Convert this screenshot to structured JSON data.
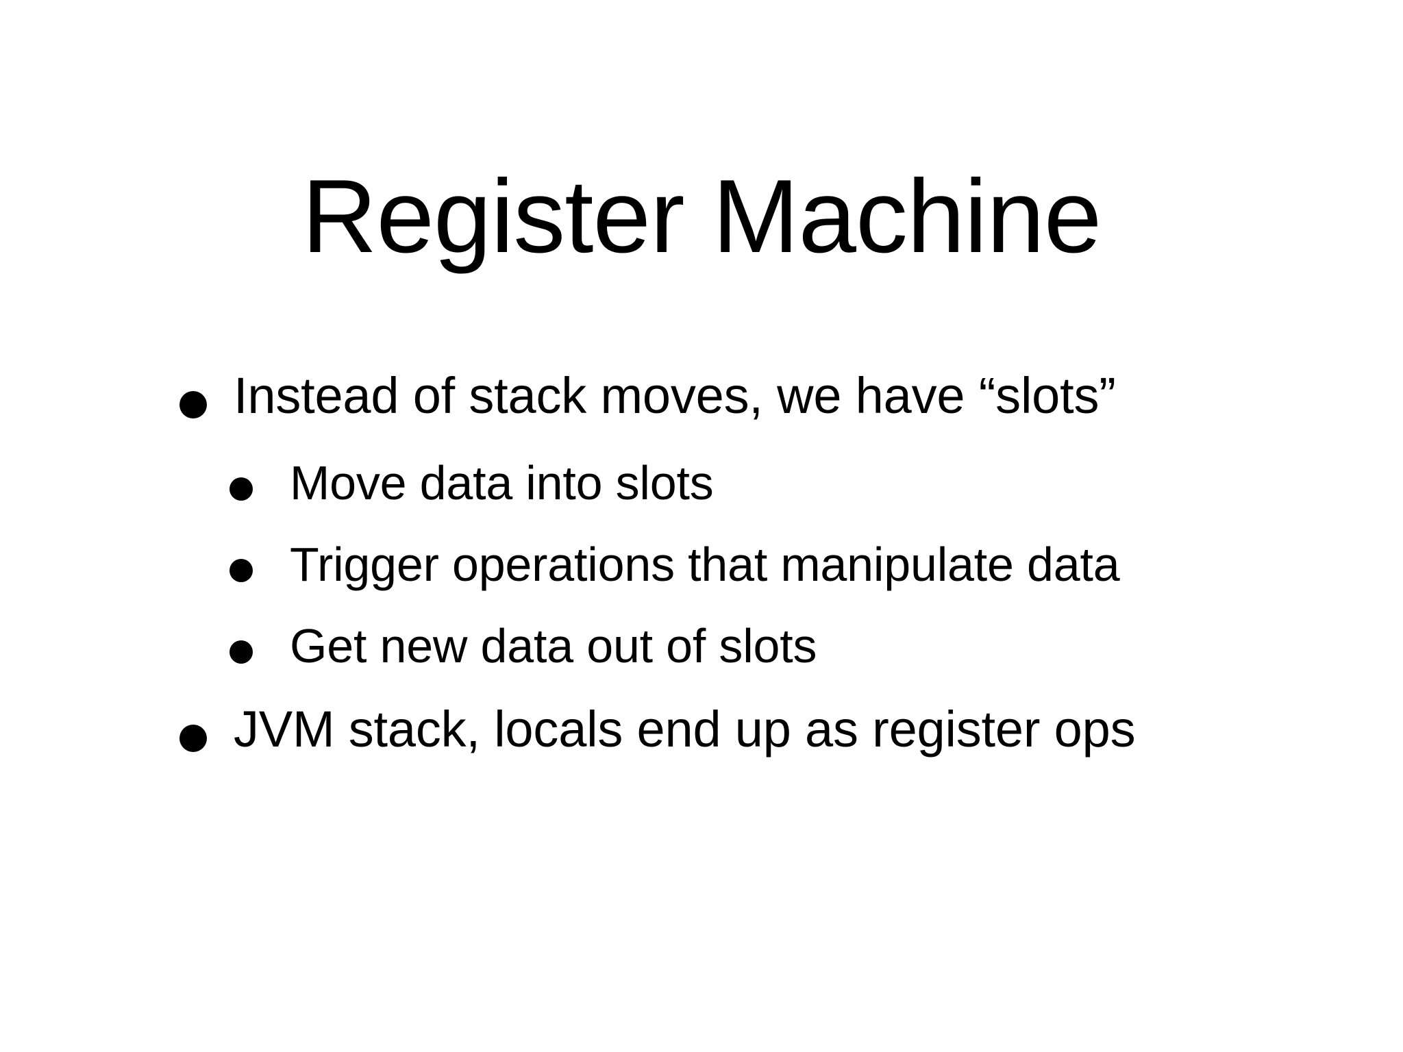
{
  "slide": {
    "background_color": "#ffffff",
    "text_color": "#000000",
    "title": "Register Machine",
    "bullets": [
      {
        "level": 1,
        "text": "Instead of stack moves, we have “slots”",
        "bullet_glyph": "filled-round-bullet"
      },
      {
        "level": 2,
        "text": "Move data into slots",
        "bullet_glyph": "filled-round-bullet"
      },
      {
        "level": 2,
        "text": "Trigger operations that manipulate data",
        "bullet_glyph": "filled-round-bullet"
      },
      {
        "level": 2,
        "text": "Get new data out of slots",
        "bullet_glyph": "filled-round-bullet"
      },
      {
        "level": 1,
        "text": "JVM stack, locals end up as register ops",
        "bullet_glyph": "filled-round-bullet"
      }
    ]
  }
}
